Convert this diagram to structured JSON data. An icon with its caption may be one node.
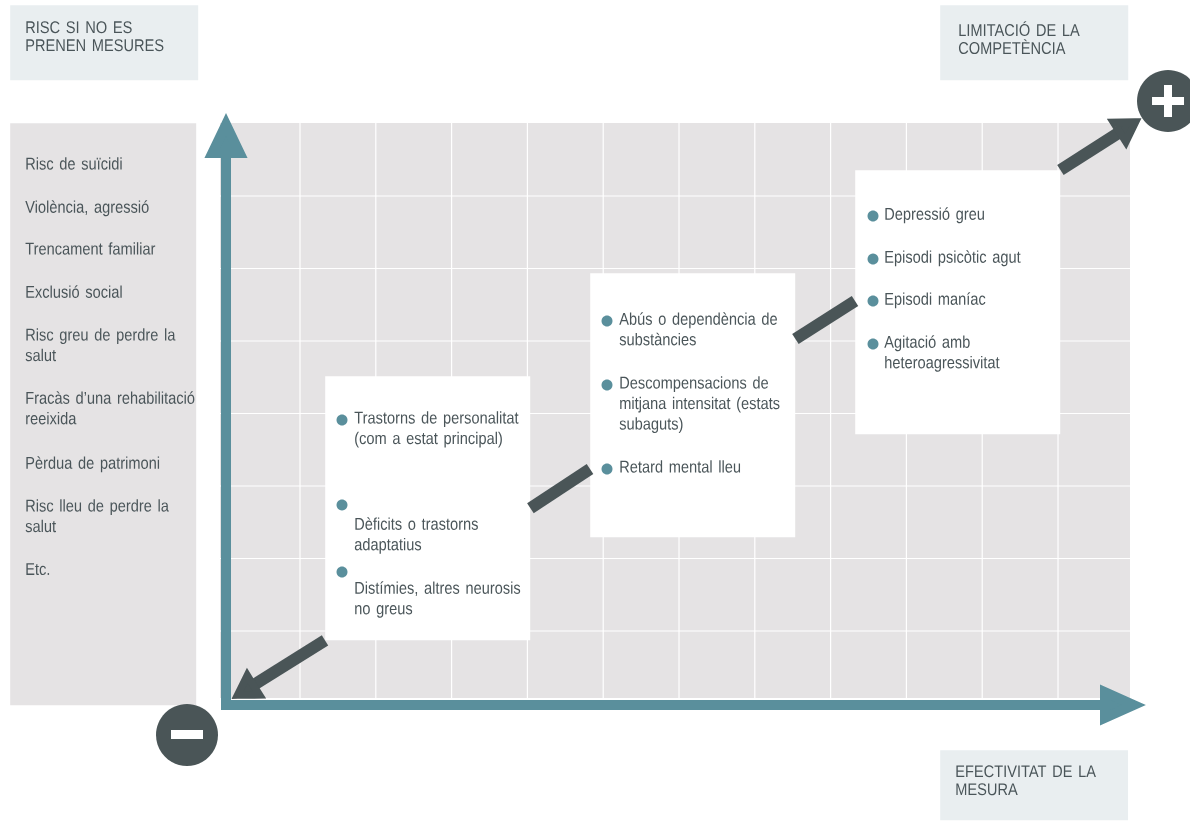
{
  "diagram": {
    "nodes": [
      {
        "text": [
          "RISC SI NO ES PRENEN MESURES"
        ]
      },
      {
        "text": [
          "LIMITACIÓ DE LA COMPETÈNCIA"
        ]
      },
      {
        "text": [
          "Risc de suïcidi",
          "Violència, agressió",
          "Trencament familiar",
          "Exclusió social",
          "Risc greu de perdre la salut",
          "Fracàs d’una rehabilitació reeixida",
          "Pèrdua de patrimoni",
          "Risc lleu de perdre la salut",
          "Etc."
        ]
      },
      {
        "text": [
          "Trastorns de personalitat (com a estat principal)",
          "Dèficits o trastorns adaptatius",
          "Distímies, altres neurosis no greus"
        ]
      },
      {
        "text": [
          "Abús o dependència de substàncies",
          "Descompensacions de mitjana intensitat (estats subaguts)",
          "Retard mental lleu"
        ]
      },
      {
        "text": [
          "Depressió greu",
          "Episodi psicòtic agut",
          "Episodi maníac",
          "Agitació amb heteroagressivitat"
        ]
      },
      {
        "text": [],
        "shape": "circle"
      },
      {
        "text": [],
        "shape": "circle"
      },
      {
        "text": [
          "EFECTIVITAT DE LA MESURA"
        ]
      }
    ],
    "edges": [
      {
        "from": 3,
        "to": 6,
        "arrow": "to"
      },
      {
        "from": 3,
        "to": 4,
        "arrow": "none"
      },
      {
        "from": 4,
        "to": 5,
        "arrow": "none"
      },
      {
        "from": 5,
        "to": 7,
        "arrow": "to"
      }
    ]
  }
}
